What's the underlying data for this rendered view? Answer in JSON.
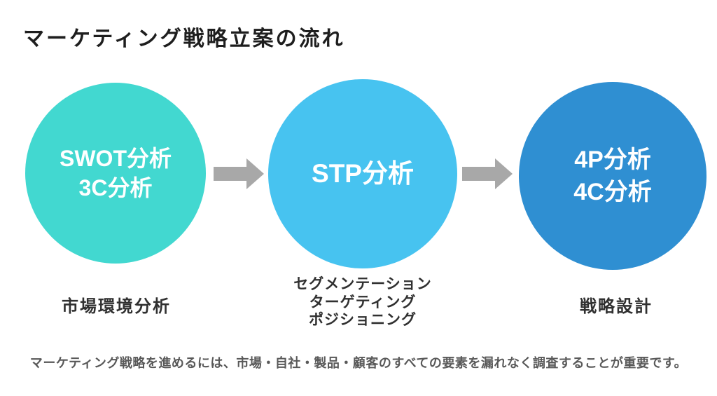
{
  "title": "マーケティング戦略立案の流れ",
  "steps": [
    {
      "circle": [
        "SWOT分析",
        "3C分析"
      ],
      "label": [
        "市場環境分析"
      ]
    },
    {
      "circle": [
        "STP分析"
      ],
      "label": [
        "セグメンテーション",
        "ターゲティング",
        "ポジショニング"
      ]
    },
    {
      "circle": [
        "4P分析",
        "4C分析"
      ],
      "label": [
        "戦略設計"
      ]
    }
  ],
  "note": "マーケティング戦略を進めるには、市場・自社・製品・顧客のすべての要素を漏れなく調査することが重要です。",
  "colors": {
    "circle1": "#42D8D0",
    "circle2": "#47C3F0",
    "circle3": "#2F8FD2",
    "arrow": "#A8A8A8",
    "title_text": "#1E1E1E",
    "label_text": "#303030",
    "note_text": "#595959",
    "circle_text": "#FFFFFF",
    "background": "#FFFFFF"
  }
}
